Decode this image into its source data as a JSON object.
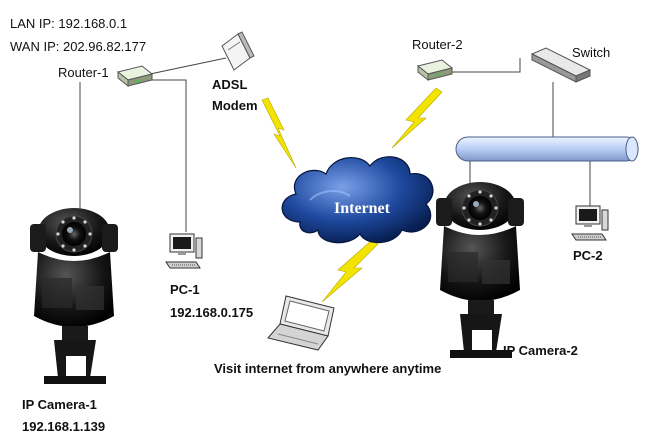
{
  "labels": {
    "lan_ip": "LAN IP: 192.168.0.1",
    "wan_ip": "WAN IP: 202.96.82.177",
    "router1": "Router-1",
    "adsl": "ADSL",
    "modem": "Modem",
    "router2": "Router-2",
    "switch": "Switch",
    "internet": "Internet",
    "pc1": "PC-1",
    "pc1_ip": "192.168.0.175",
    "pc2": "PC-2",
    "camera1": "IP Camera-1",
    "camera1_ip": "192.168.1.139",
    "camera2": "IP Camera-2",
    "visit": "Visit internet from anywhere anytime"
  },
  "colors": {
    "lightning": "#f2e400",
    "cloud_dark": "#0a2a6a",
    "cloud_light": "#6a8fd8",
    "bus": "#cfe0ff",
    "camera": "#111111"
  },
  "icons": [
    "router-icon",
    "adsl-modem-icon",
    "switch-icon",
    "internet-cloud-icon",
    "lightning-icon",
    "pc-icon",
    "laptop-icon",
    "ip-camera-icon",
    "ethernet-bus-icon"
  ]
}
